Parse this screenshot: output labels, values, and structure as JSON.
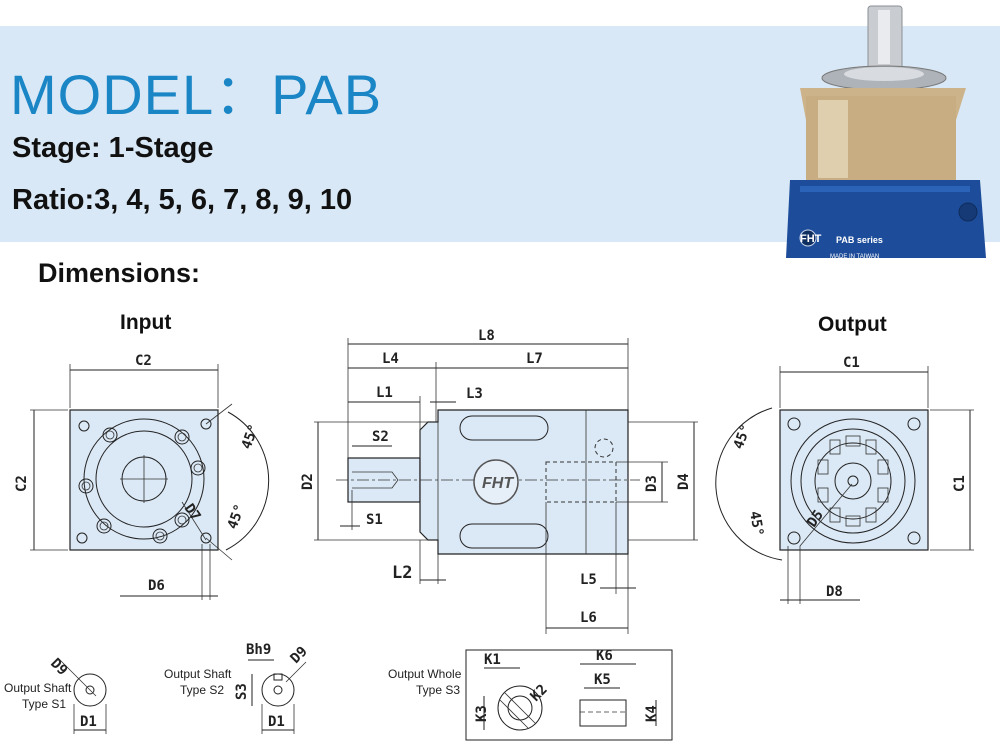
{
  "header": {
    "model": "MODEL：PAB",
    "stage": "Stage: 1-Stage",
    "ratio": "Ratio:3, 4, 5, 6, 7, 8, 9, 10"
  },
  "product_image": {
    "brand": "FHT",
    "series": "PAB series",
    "origin": "MADE IN TAIWAN"
  },
  "section_title": "Dimensions:",
  "views": {
    "input": "Input",
    "output": "Output"
  },
  "dims": {
    "c2": "C2",
    "c1": "C1",
    "d2": "D2",
    "d3": "D3",
    "d4": "D4",
    "d5": "D5",
    "d6": "D6",
    "d7": "D7",
    "d8": "D8",
    "l1": "L1",
    "l2": "L2",
    "l3": "L3",
    "l4": "L4",
    "l5": "L5",
    "l6": "L6",
    "l7": "L7",
    "l8": "L8",
    "s1": "S1",
    "s2": "S2",
    "angle": "45°"
  },
  "shaft_types": {
    "s1_label_1": "Output Shaft",
    "s1_label_2": "Type S1",
    "s2_label_1": "Output Shaft",
    "s2_label_2": "Type S2",
    "s3_label_1": "Output Whole",
    "s3_label_2": "Type S3",
    "d9": "D9",
    "d1": "D1",
    "bh9": "Bh9",
    "s3": "S3",
    "k1": "K1",
    "k2": "K2",
    "k3": "K3",
    "k4": "K4",
    "k5": "K5",
    "k6": "K6"
  },
  "colors": {
    "banner": "#d9e8f6",
    "title_blue": "#1a86c6",
    "drawing_fill": "#dbe8f5",
    "gearbox_blue": "#1d4d9a",
    "gearbox_flange": "#cdb38a"
  }
}
